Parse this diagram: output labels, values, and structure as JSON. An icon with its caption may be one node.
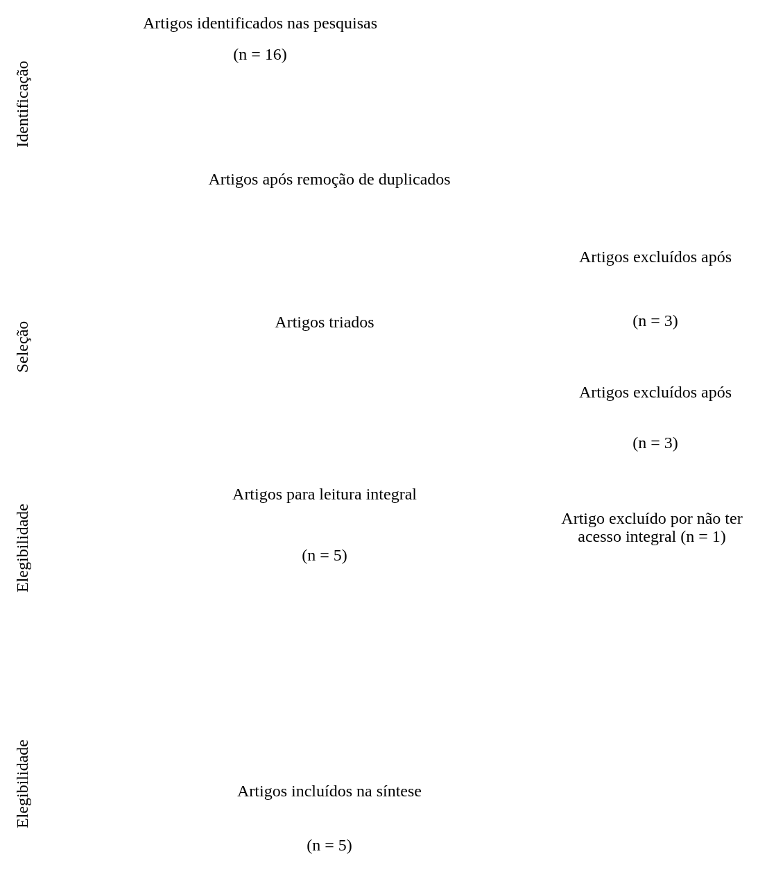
{
  "diagram": {
    "labels": [
      "Identificação",
      "Artigos identificados nas pesquisas",
      "(n = 16)",
      "Artigos após remoção de duplicados",
      "Artigos excluídos após",
      "Seleção",
      "Artigos triados",
      "(n = 3)",
      "Artigos excluídos após",
      "(n = 3)",
      "Artigos para leitura integral",
      "Artigo excluído por não ter acesso integral (n = 1)",
      "Elegibilidade",
      "(n = 5)",
      "Elegibilidade",
      "Artigos incluídos na síntese",
      "(n = 5)"
    ]
  }
}
